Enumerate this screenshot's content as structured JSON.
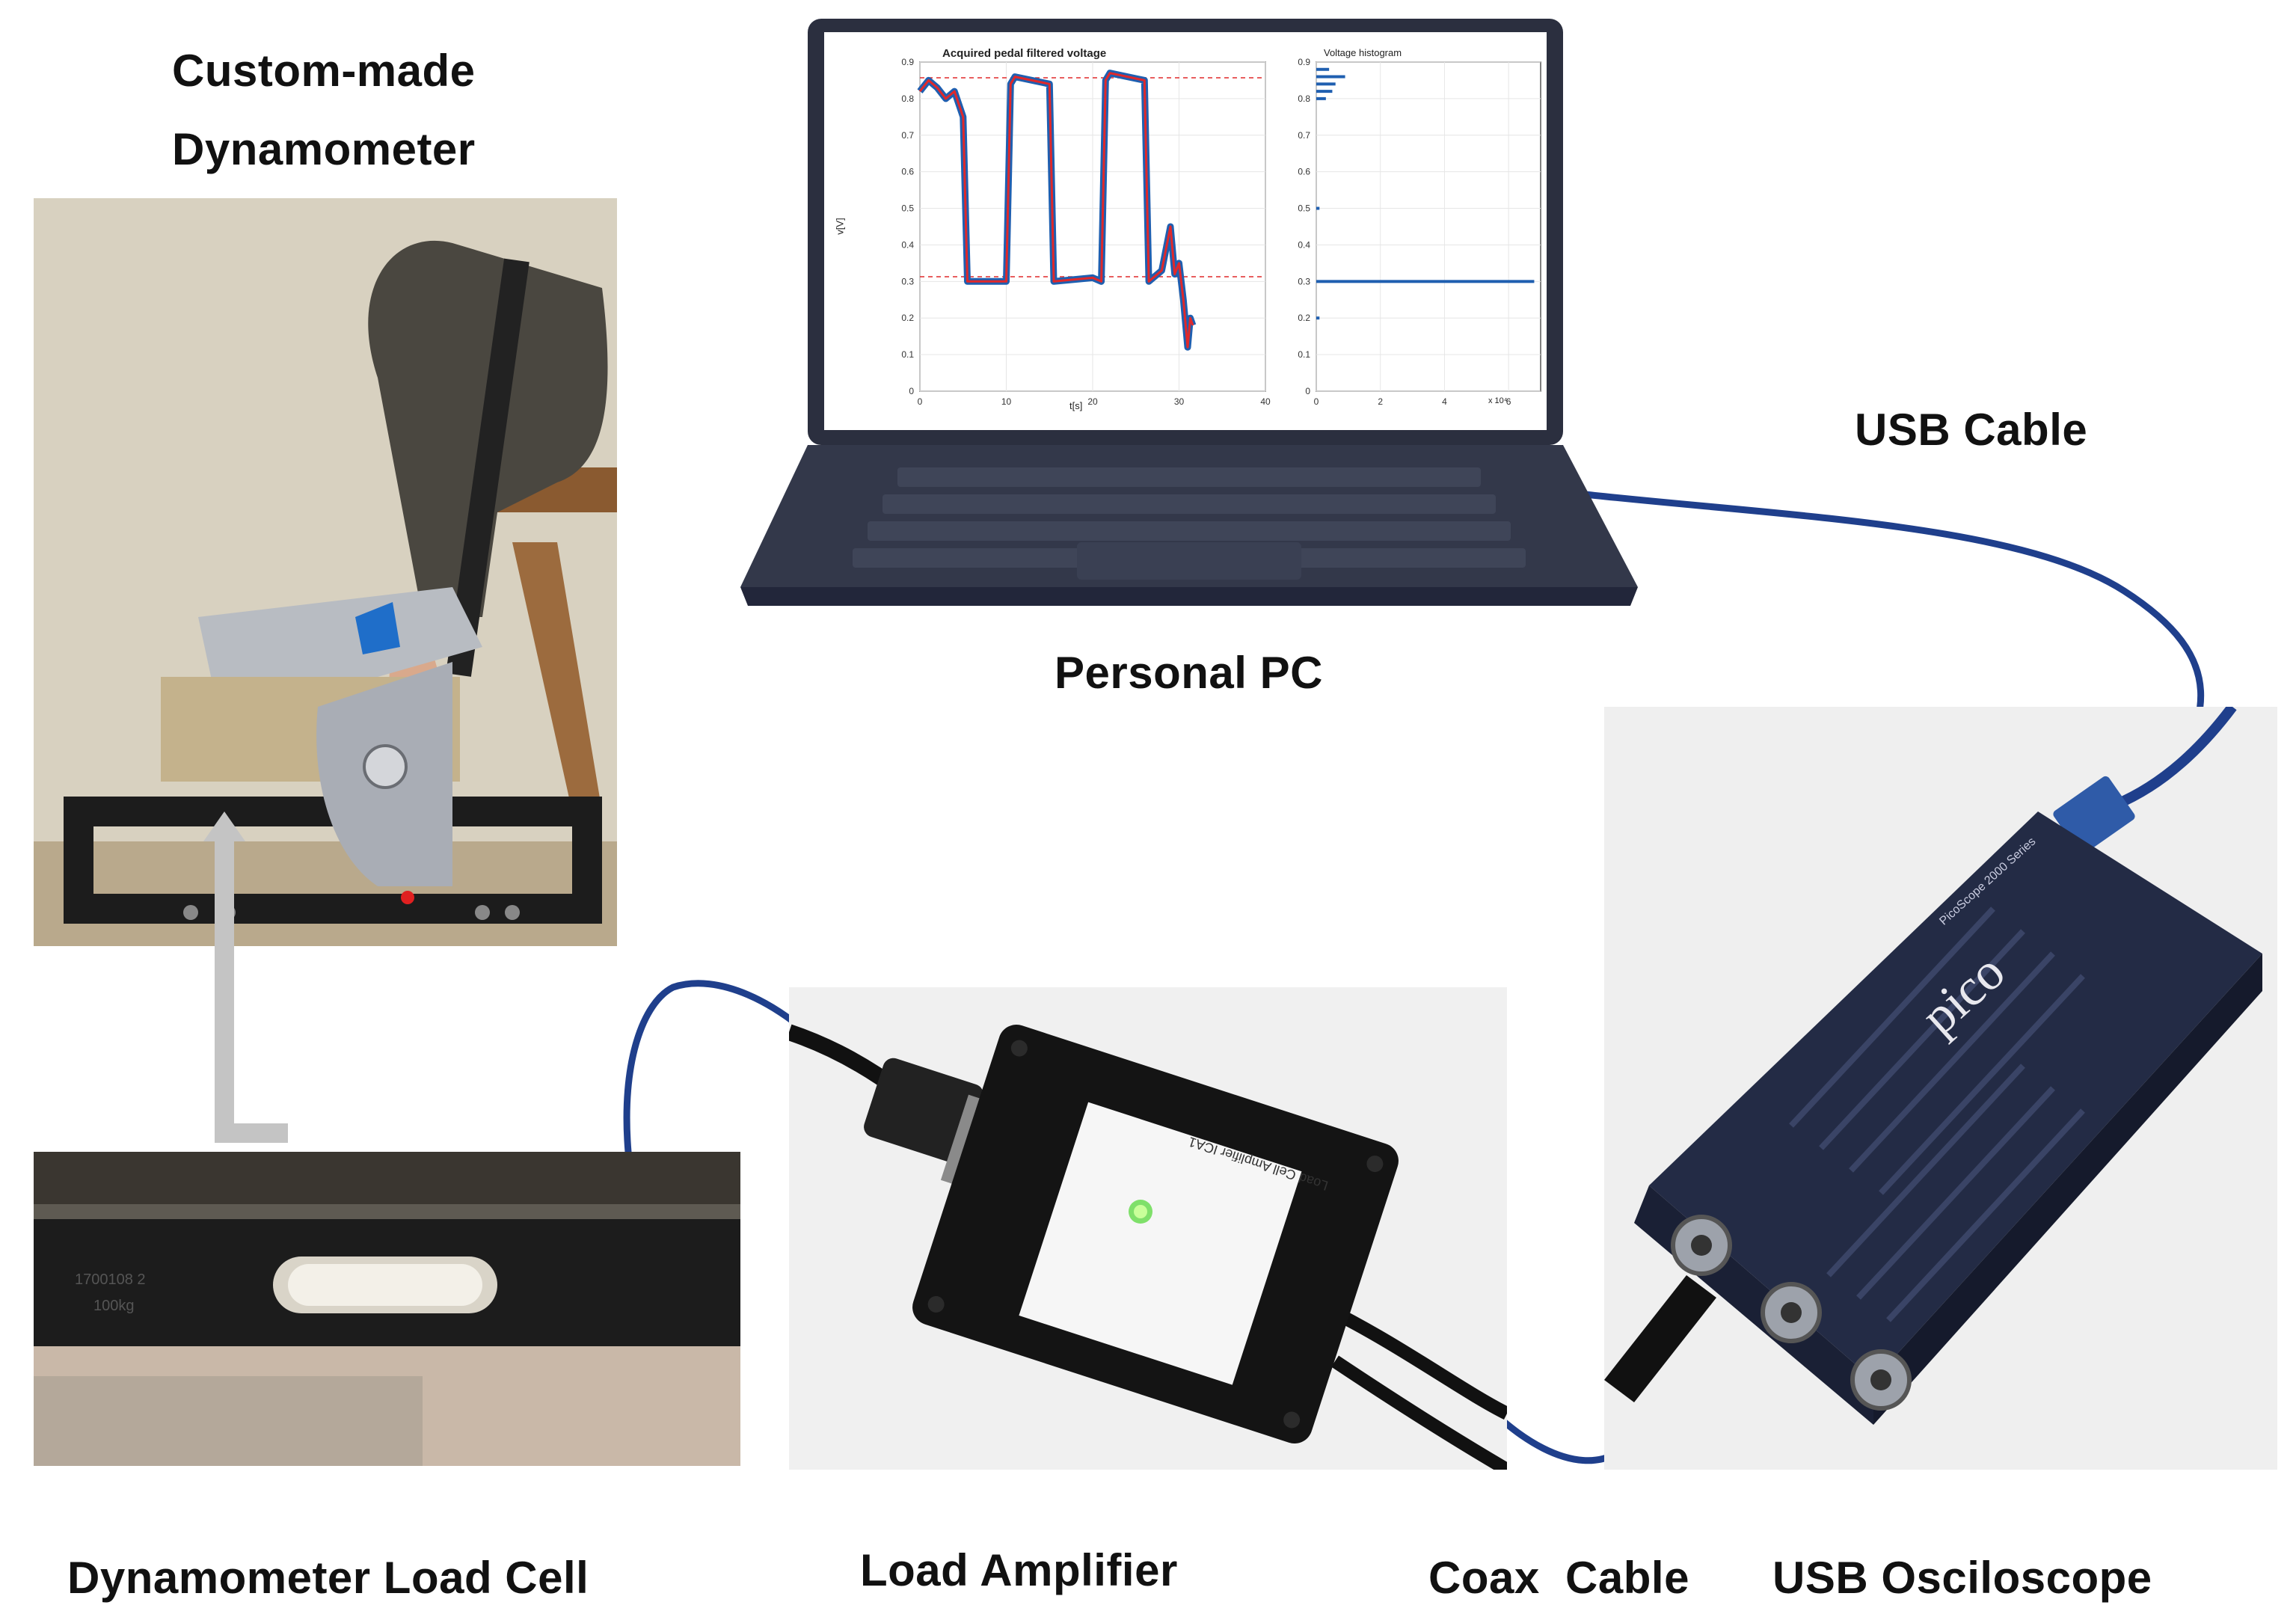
{
  "labels": {
    "dynamometer_title_line1": "Custom-made",
    "dynamometer_title_line2": "Dynamometer",
    "personal_pc": "Personal PC",
    "usb_cable": "USB Cable",
    "load_cell": "Dynamometer Load Cell",
    "load_amplifier": "Load Amplifier",
    "coax_cable": "Coax  Cable",
    "usb_oscilloscope": "USB Osciloscope"
  },
  "laptop_screen": {
    "left_plot_title": "Acquired pedal filtered voltage",
    "right_plot_title": "Voltage histogram",
    "y_ticks": [
      "0.9",
      "0.8",
      "0.7",
      "0.6",
      "0.5",
      "0.4",
      "0.3",
      "0.2",
      "0.1",
      "0"
    ],
    "x_ticks": [
      "0",
      "10",
      "20",
      "30",
      "40"
    ],
    "hist_x_ticks": [
      "0",
      "2",
      "4",
      "6"
    ],
    "x_label": "t[s]",
    "y_label": "v[V]",
    "hist_exponent": "x 10⁴"
  },
  "devices": {
    "amplifier_label": "Load Cell Amplifier ICA1",
    "scope_brand": "pico",
    "scope_series": "PicoScope 2000 Series",
    "load_cell_marking_1": "1700108 2",
    "load_cell_marking_2": "100kg"
  },
  "colors": {
    "cable_blue": "#1f3f8c",
    "laptop_body": "#2b2f3f",
    "scope_body": "#232b45",
    "signal_blue": "#1f5fb0",
    "signal_red": "#e0282a",
    "arrow_gray": "#c4c4c4"
  }
}
